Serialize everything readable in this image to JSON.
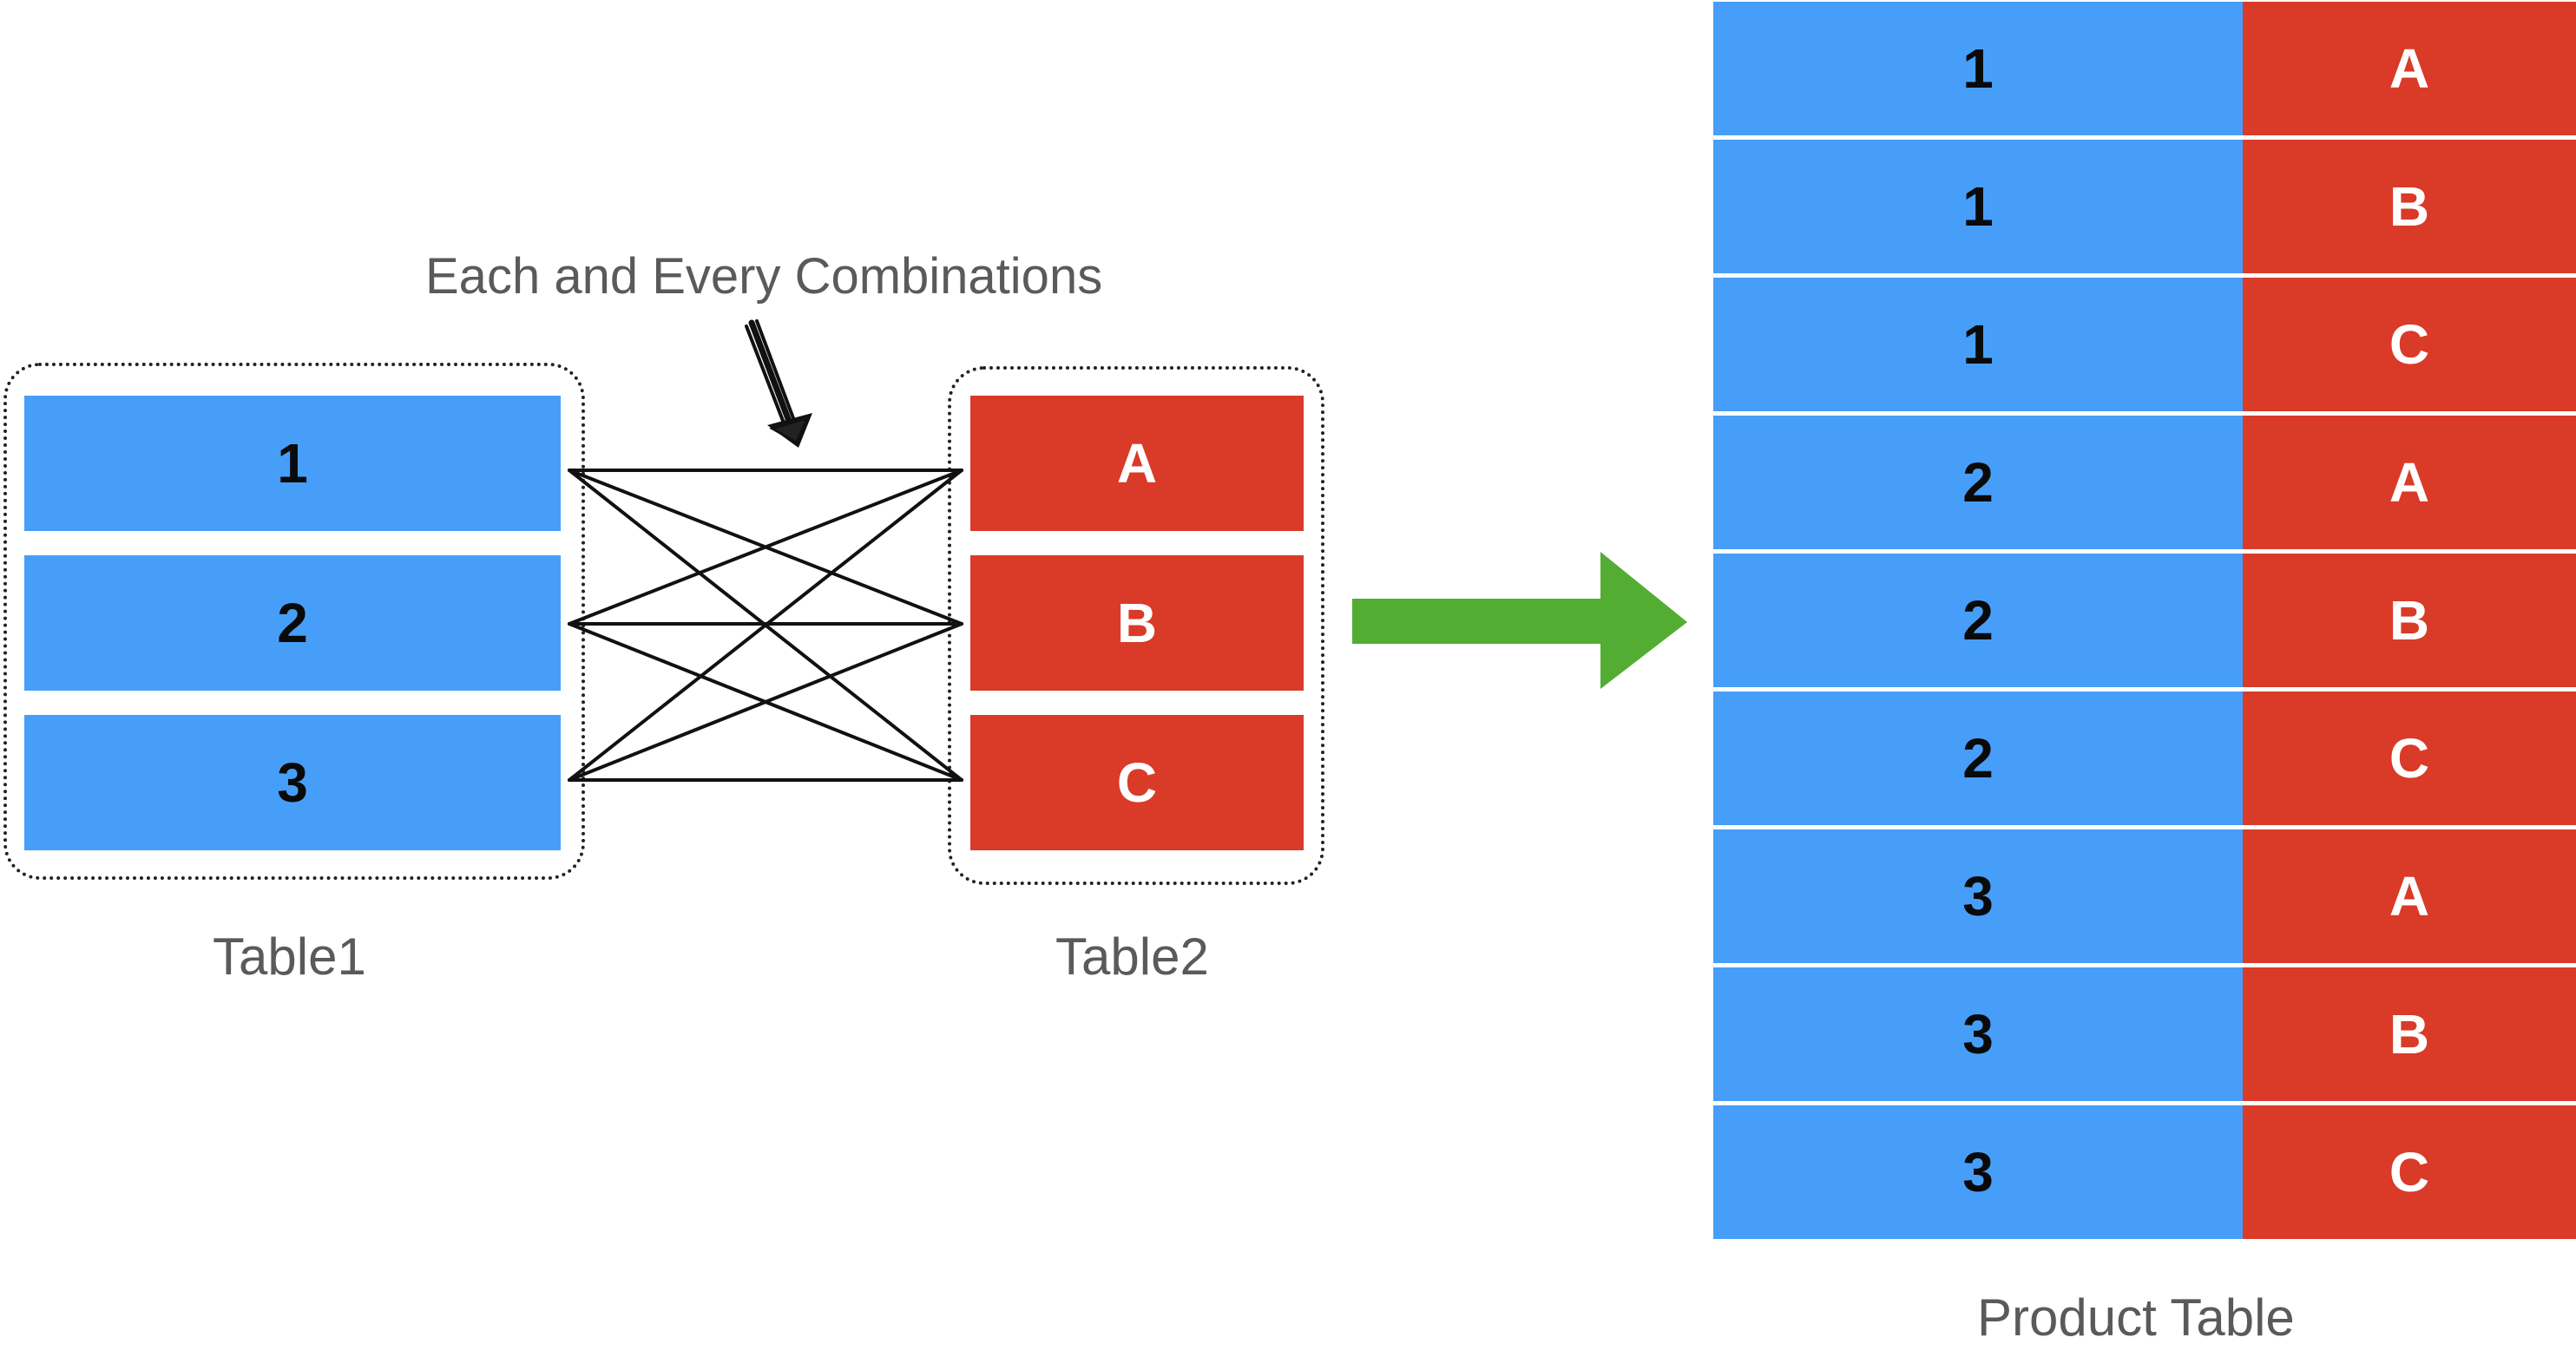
{
  "annotation": {
    "text": "Each and Every Combinations"
  },
  "table1": {
    "caption": "Table1",
    "rows": [
      "1",
      "2",
      "3"
    ]
  },
  "table2": {
    "caption": "Table2",
    "rows": [
      "A",
      "B",
      "C"
    ]
  },
  "product_table": {
    "caption": "Product Table",
    "rows": [
      {
        "left": "1",
        "right": "A"
      },
      {
        "left": "1",
        "right": "B"
      },
      {
        "left": "1",
        "right": "C"
      },
      {
        "left": "2",
        "right": "A"
      },
      {
        "left": "2",
        "right": "B"
      },
      {
        "left": "2",
        "right": "C"
      },
      {
        "left": "3",
        "right": "A"
      },
      {
        "left": "3",
        "right": "B"
      },
      {
        "left": "3",
        "right": "C"
      }
    ]
  },
  "colors": {
    "blue": "#479ef8",
    "red": "#da3a28",
    "arrow_green": "#53ad32"
  }
}
